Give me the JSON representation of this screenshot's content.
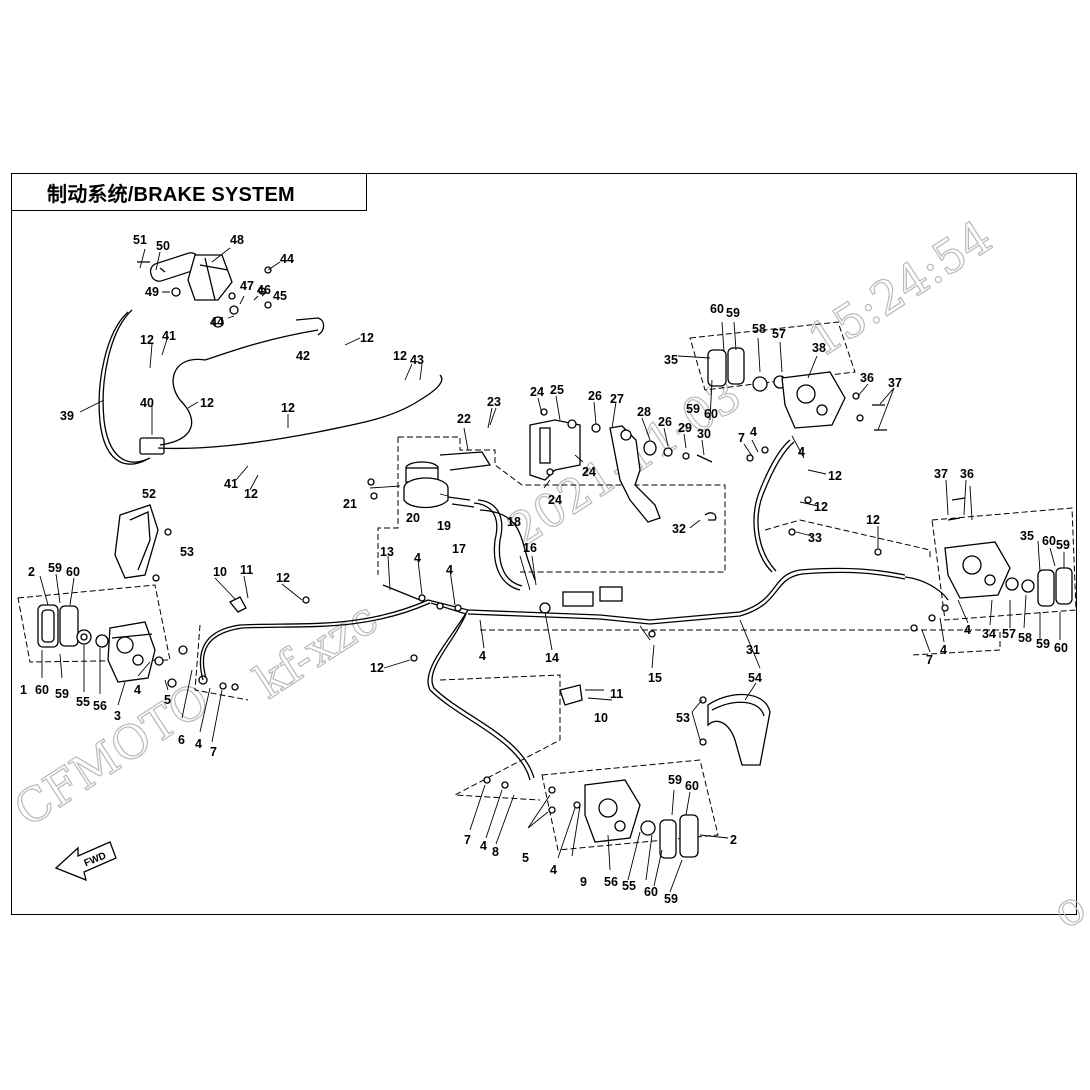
{
  "title": "制动系统/BRAKE SYSTEM",
  "watermark": {
    "brand": "CFMOTO",
    "user": "kf-xzc",
    "date": "2021-11-03",
    "time": "15:24:54",
    "edge_char": "o"
  },
  "direction_label": "FWD",
  "line_color": "#000000",
  "watermark_color": "#b9b9b9",
  "callouts": [
    "1",
    "2",
    "3",
    "4",
    "5",
    "6",
    "7",
    "8",
    "9",
    "10",
    "11",
    "12",
    "13",
    "14",
    "15",
    "16",
    "17",
    "18",
    "19",
    "20",
    "21",
    "22",
    "23",
    "24",
    "25",
    "26",
    "27",
    "28",
    "29",
    "30",
    "31",
    "32",
    "33",
    "34",
    "35",
    "36",
    "37",
    "38",
    "39",
    "40",
    "41",
    "42",
    "43",
    "44",
    "45",
    "46",
    "47",
    "48",
    "49",
    "50",
    "51",
    "52",
    "53",
    "54",
    "55",
    "56",
    "57",
    "58",
    "59",
    "60"
  ]
}
